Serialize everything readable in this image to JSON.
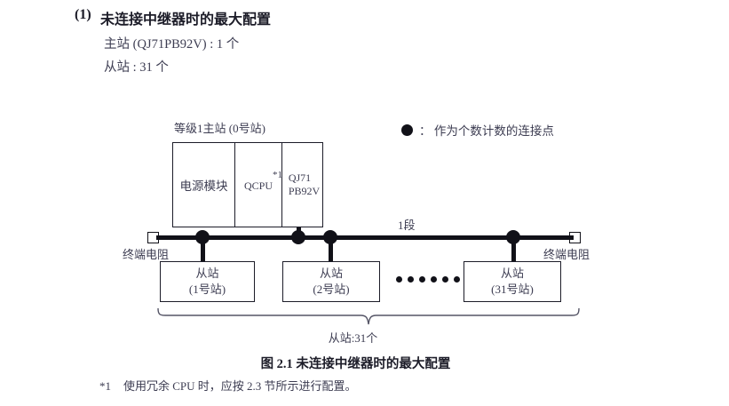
{
  "heading": {
    "number": "(1)",
    "title": "未连接中继器时的最大配置",
    "spec_master": "主站 (QJ71PB92V) : 1 个",
    "spec_slave": "从站 : 31 个"
  },
  "legend": {
    "symbol": "filled-circle",
    "text": "： 作为个数计数的连接点"
  },
  "diagram": {
    "master": {
      "label": "等级1主站 (0号站)",
      "cells": {
        "power": "电源模块",
        "cpu": "QCPU",
        "cpu_note_ref": "*1",
        "module_line1": "QJ71",
        "module_line2": "PB92V"
      }
    },
    "bus": {
      "segment_label": "1段",
      "terminator_left": "终端电阻",
      "terminator_right": "终端电阻"
    },
    "slaves": [
      {
        "name": "从站",
        "station": "(1号站)"
      },
      {
        "name": "从站",
        "station": "(2号站)"
      },
      {
        "name": "从站",
        "station": "(31号站)"
      }
    ],
    "ellipsis_count": 6,
    "brace_label": "从站:31个"
  },
  "caption": "图 2.1  未连接中继器时的最大配置",
  "footnote": {
    "mark": "*1",
    "text": "使用冗余 CPU 时，应按 2.3 节所示进行配置。"
  },
  "colors": {
    "ink": "#1c1c28",
    "text": "#3d3d52",
    "line": "#111118"
  }
}
